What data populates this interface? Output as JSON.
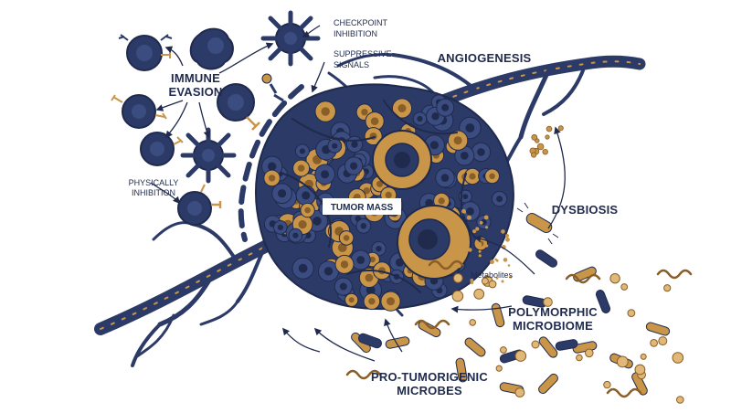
{
  "labels": {
    "checkpoint_line1": "CHECKPOINT",
    "checkpoint_line2": "INHIBITION",
    "suppressive_line1": "SUPPRESSIVE",
    "suppressive_line2": "SIGNALS",
    "immune_line1": "IMMUNE",
    "immune_line2": "EVASION",
    "physically_line1": "PHYSICALLY",
    "physically_line2": "INHIBITION",
    "angiogenesis": "ANGIOGENESIS",
    "tumor_mass": "TUMOR MASS",
    "dysbiosis": "DYSBIOSIS",
    "metabolites": "Metabolites",
    "polymorphic_line1": "POLYMORPHIC",
    "polymorphic_line2": "MICROBIOME",
    "protumor_line1": "PRO-TUMORIGENIC",
    "protumor_line2": "MICROBES"
  },
  "colors": {
    "navy": "#2b3a67",
    "navy_dark": "#1f2a4d",
    "gold": "#c99548",
    "gold_dark": "#8a5e27",
    "gold_light": "#e0b877"
  }
}
